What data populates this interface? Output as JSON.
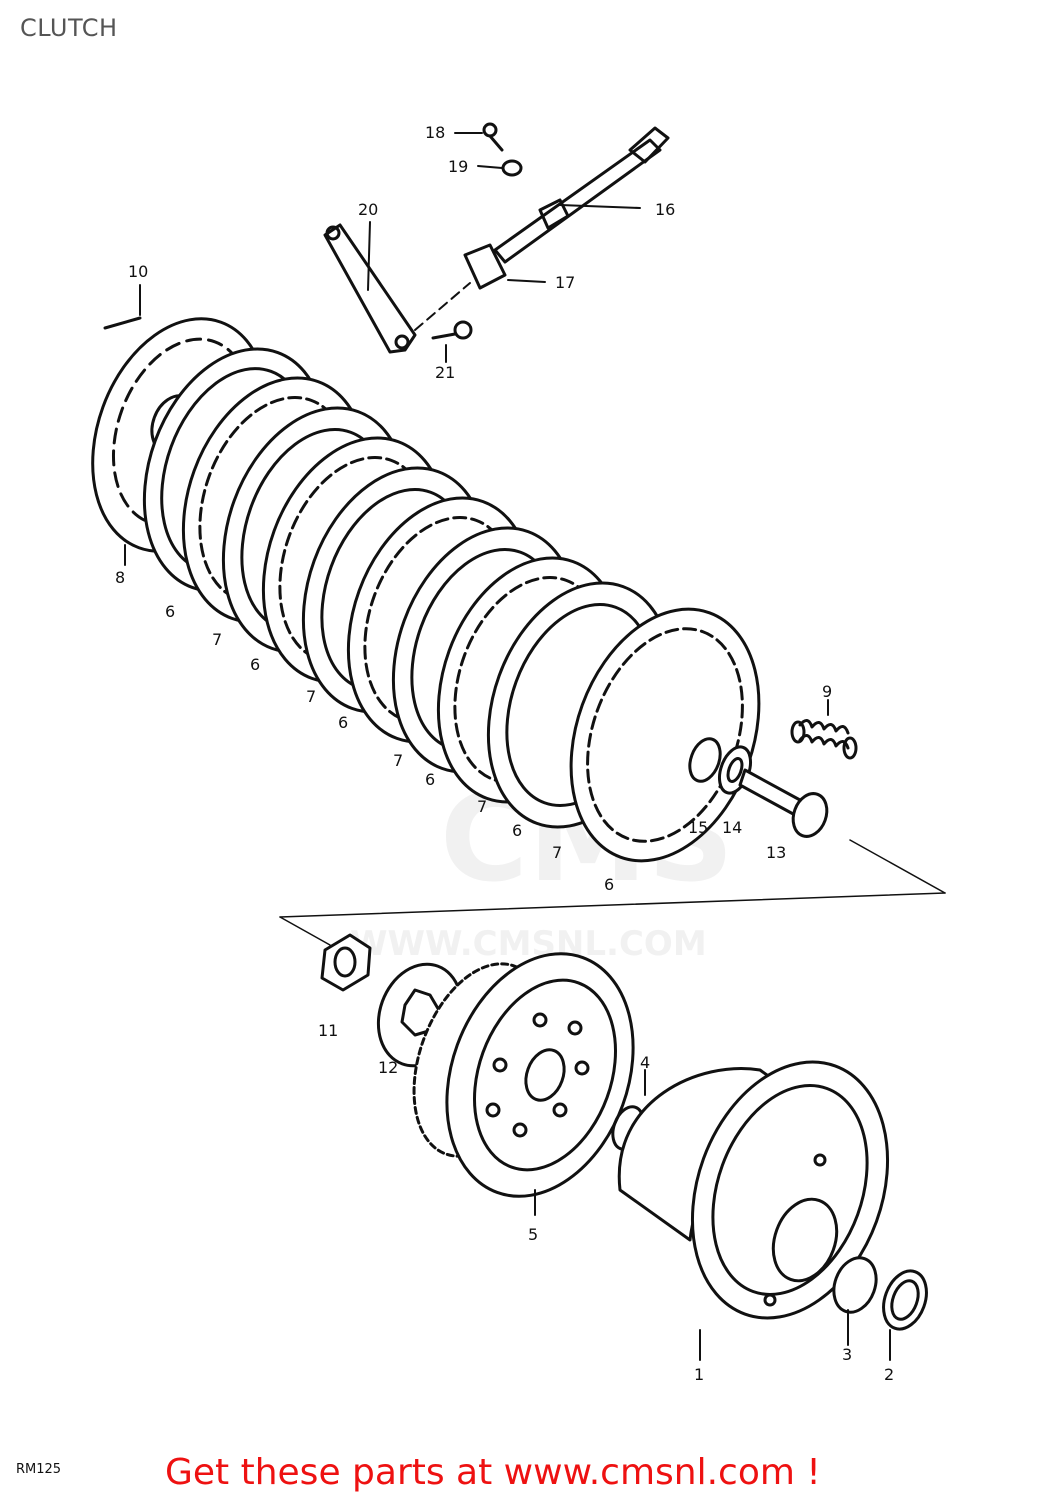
{
  "header": {
    "title": "CLUTCH"
  },
  "watermark": {
    "brand": "CMS",
    "site": "WWW.CMSNL.COM"
  },
  "callouts": [
    {
      "id": "c18",
      "label": "18"
    },
    {
      "id": "c19",
      "label": "19"
    },
    {
      "id": "c16",
      "label": "16"
    },
    {
      "id": "c20",
      "label": "20"
    },
    {
      "id": "c17",
      "label": "17"
    },
    {
      "id": "c10",
      "label": "10"
    },
    {
      "id": "c21",
      "label": "21"
    },
    {
      "id": "c9",
      "label": "9"
    },
    {
      "id": "c8",
      "label": "8"
    },
    {
      "id": "c6a",
      "label": "6"
    },
    {
      "id": "c7a",
      "label": "7"
    },
    {
      "id": "c6b",
      "label": "6"
    },
    {
      "id": "c7b",
      "label": "7"
    },
    {
      "id": "c6c",
      "label": "6"
    },
    {
      "id": "c7c",
      "label": "7"
    },
    {
      "id": "c6d",
      "label": "6"
    },
    {
      "id": "c7d",
      "label": "7"
    },
    {
      "id": "c6e",
      "label": "6"
    },
    {
      "id": "c7e",
      "label": "7"
    },
    {
      "id": "c6f",
      "label": "6"
    },
    {
      "id": "c15",
      "label": "15"
    },
    {
      "id": "c14",
      "label": "14"
    },
    {
      "id": "c13",
      "label": "13"
    },
    {
      "id": "c11",
      "label": "11"
    },
    {
      "id": "c12",
      "label": "12"
    },
    {
      "id": "c4",
      "label": "4"
    },
    {
      "id": "c5",
      "label": "5"
    },
    {
      "id": "c1",
      "label": "1"
    },
    {
      "id": "c3",
      "label": "3"
    },
    {
      "id": "c2",
      "label": "2"
    }
  ],
  "footer": {
    "ref": "RM125",
    "link_text": "Get these parts at www.cmsnl.com !"
  }
}
